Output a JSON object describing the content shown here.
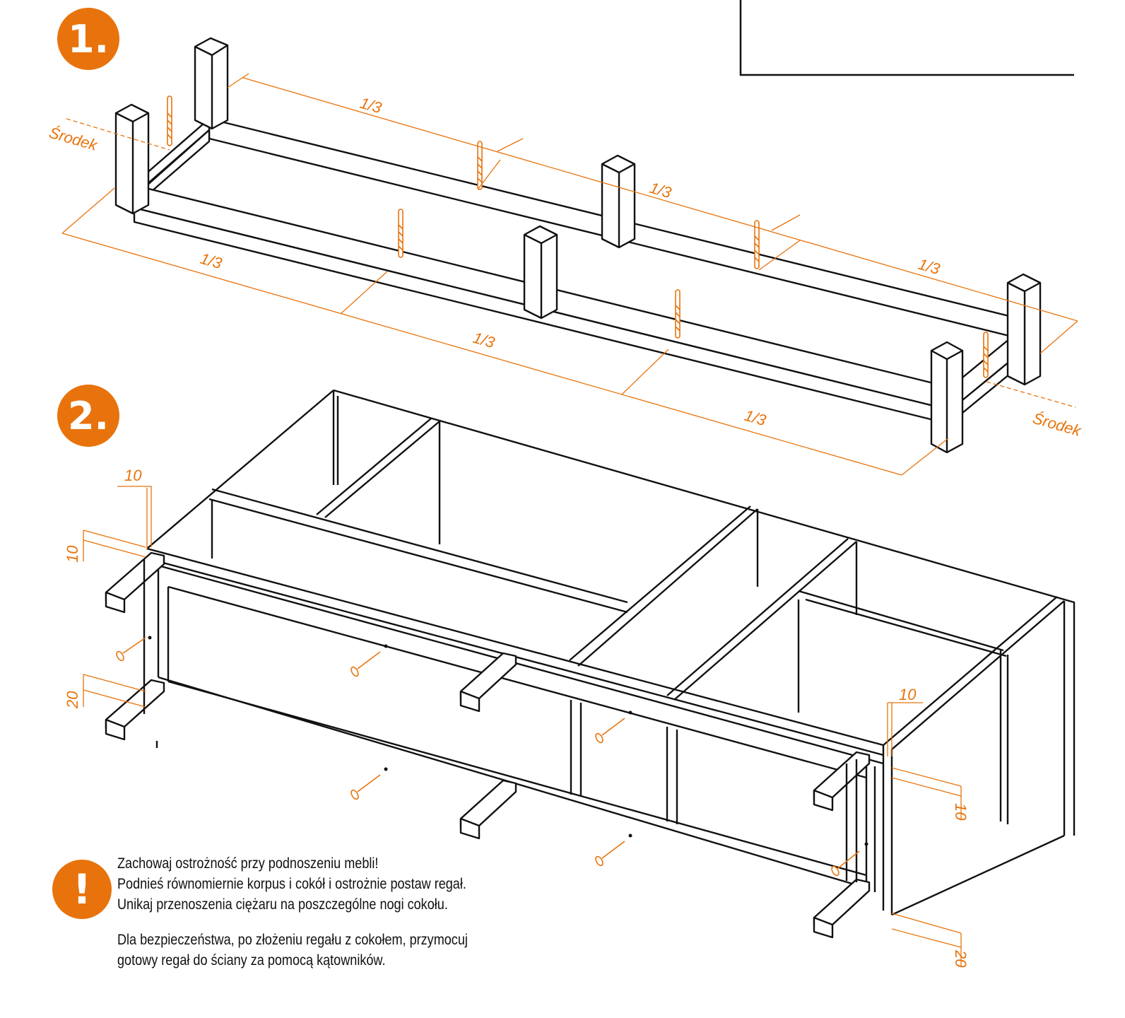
{
  "steps": [
    {
      "number": "1."
    },
    {
      "number": "2."
    }
  ],
  "step1": {
    "center_label_left": "Środek",
    "center_label_right": "Środek",
    "third_label": "1/3"
  },
  "step2": {
    "dim_top_left_h": "10",
    "dim_top_left_v": "10",
    "dim_left_20": "20",
    "dim_right_h": "10",
    "dim_right_v": "10",
    "dim_right_20": "20"
  },
  "warning": {
    "icon": "exclamation-icon",
    "lines": [
      "Zachowaj ostrożność przy podnoszeniu mebli!",
      "Podnieś równomiernie korpus i cokół i ostrożnie postaw regał.",
      "Unikaj przenoszenia ciężaru na poszczególne nogi cokołu."
    ],
    "safety_lines": [
      "Dla  bezpieczeństwa, po złożeniu regału z cokołem, przymocuj",
      "gotowy regał do ściany za pomocą kątowników."
    ]
  },
  "colors": {
    "accent": "#e8730c",
    "line": "#111111"
  }
}
